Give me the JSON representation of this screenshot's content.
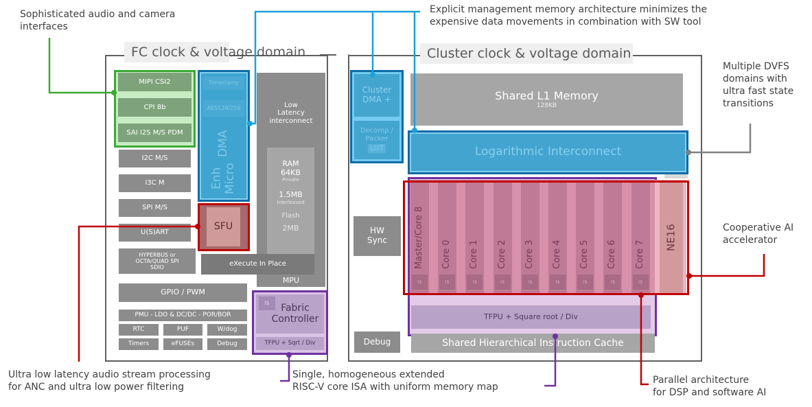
{
  "annotations": {
    "audio_camera": [
      "Sophisticated audio and camera",
      "interfaces"
    ],
    "memory_arch": [
      "Explicit management memory architecture minimizes the",
      "expensive data movements in combination with SW tool"
    ],
    "dvfs": [
      "Multiple DVFS",
      "domains with",
      "ultra fast state",
      "transitions"
    ],
    "cooperative_ai": [
      "Cooperative AI",
      "accelerator"
    ],
    "audio_stream": [
      "Ultra low latency audio stream processing",
      "for ANC and ultra low power filtering"
    ],
    "riscv": [
      "Single, homogeneous extended",
      "RISC-V core ISA with uniform memory map"
    ],
    "parallel": [
      "Parallel architecture",
      "for DSP and software AI"
    ]
  },
  "fc_domain": {
    "title": "FC clock & voltage domain",
    "interfaces_highlighted": [
      "MIPI CSI2",
      "CPI 8b",
      "SAI I2S M/S PDM"
    ],
    "interfaces": [
      "I2C M/S",
      "I3C M",
      "SPI M/S",
      "U(S)ART"
    ],
    "hyperbus": [
      "HYPERBUS or",
      "OCTA/QUAD SPI",
      "SDIO"
    ],
    "gpio": "GPIO / PWM",
    "pmu": "PMU - LDO & DC/DC - POR/BOR",
    "misc_row1": [
      "RTC",
      "PUF",
      "W/dog"
    ],
    "misc_row2": [
      "Timers",
      "eFUSEs",
      "Debug"
    ],
    "udma": {
      "label": [
        "Enh Micro",
        "DMA"
      ],
      "timestamp": "Timestamp",
      "aes": "AES128/256"
    },
    "sfu": "SFU",
    "interconnect": [
      "Low",
      "Latency",
      "interconnect"
    ],
    "memory": {
      "ram": "RAM",
      "ram_size": "64KB",
      "ram_note": "Private",
      "l2": "1.5MB",
      "l2_note": "Interleaved",
      "flash": "Flash",
      "flash_size": "2MB"
    },
    "xip": "eXecute In Place",
    "mpu": "MPU",
    "fabric_controller": {
      "icache": "I$",
      "label": [
        "Fabric",
        "Controller"
      ],
      "fpu": "TFPU + Sqrt / Div"
    }
  },
  "cluster_domain": {
    "title": "Cluster clock & voltage domain",
    "cluster_dma": [
      "Cluster",
      "DMA +"
    ],
    "decomp": [
      "Decomp /",
      "Packer"
    ],
    "lut": "LUT",
    "l1": {
      "label": "Shared L1 Memory",
      "size": "128KB"
    },
    "log_interconnect": "Logarithmic Interconnect",
    "hw_sync": [
      "HW",
      "Sync"
    ],
    "debug": "Debug",
    "cores": [
      "Master/Core 8",
      "Core 0",
      "Core 1",
      "Core 2",
      "Core 3",
      "Core 4",
      "Core 5",
      "Core 6",
      "Core 7"
    ],
    "core_icache": "I$",
    "ne16": "NE16",
    "tfpu": "TFPU + Square root / Div",
    "icache": "Shared Hierarchical Instruction Cache"
  },
  "colors": {
    "green": "#3aaa35",
    "blue": "#1ba1d8",
    "red": "#c00000",
    "purple": "#7030a0",
    "gray_line": "#808080"
  }
}
